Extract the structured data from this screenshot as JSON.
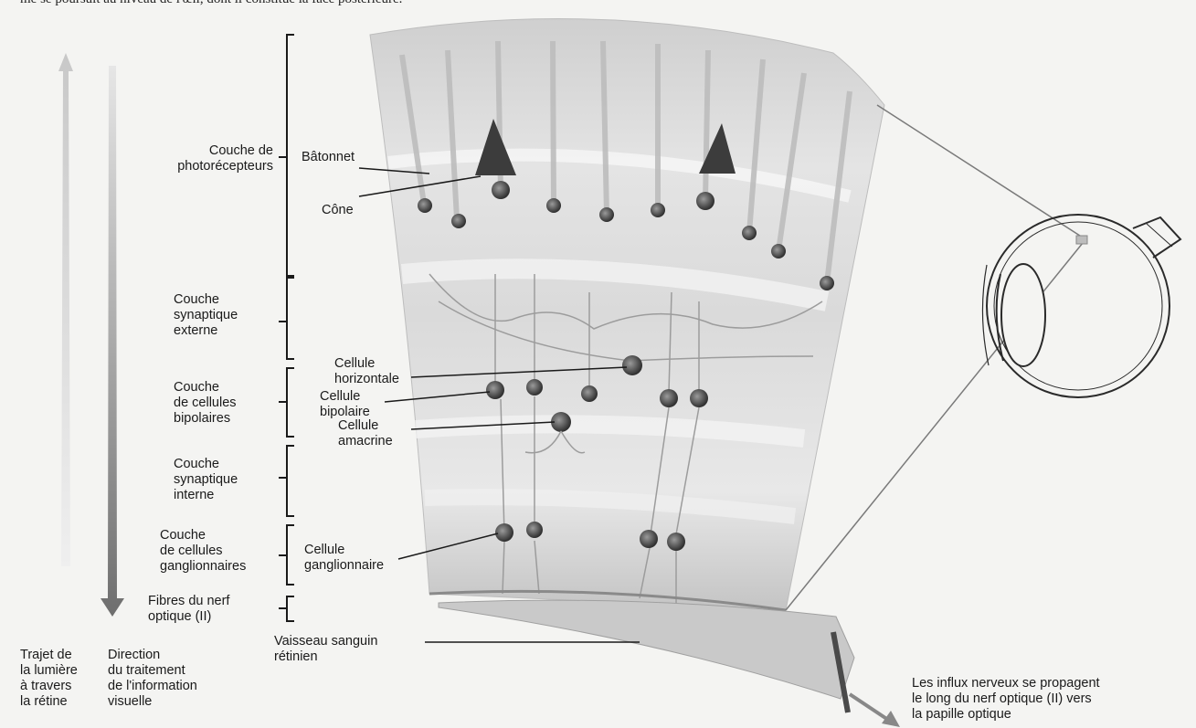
{
  "header_text": "me se poursuit au niveau de l'œil, dont il constitue la face postérieure.",
  "left_labels": {
    "light_path": "Trajet de\nla lumière\nà travers\nla rétine",
    "processing_direction": "Direction\ndu traitement\nde l'information\nvisuelle"
  },
  "layers": [
    {
      "id": "photoreceptors",
      "label": "Couche de\nphotorécepteurs"
    },
    {
      "id": "outer-synaptic",
      "label": "Couche\nsynaptique\nexterne"
    },
    {
      "id": "bipolar",
      "label": "Couche\nde cellules\nbipolaires"
    },
    {
      "id": "inner-synaptic",
      "label": "Couche\nsynaptique\ninterne"
    },
    {
      "id": "ganglion",
      "label": "Couche\nde cellules\nganglionnaires"
    },
    {
      "id": "optic-fibers",
      "label": "Fibres du nerf\noptique (II)"
    }
  ],
  "cell_labels": {
    "rod": "Bâtonnet",
    "cone": "Cône",
    "horizontal": "Cellule\nhorizontale",
    "bipolar": "Cellule\nbipolaire",
    "amacrine": "Cellule\namacrine",
    "ganglion": "Cellule\nganglionnaire",
    "vessel": "Vaisseau sanguin\nrétinien"
  },
  "impulse_text": "Les influx nerveux se propagent\nle long du nerf optique (II) vers\nla papille optique",
  "colors": {
    "retina_fill": "#dcdcdc",
    "cell_body": "#4a4a4a",
    "arrow": "#7a7a7a",
    "line": "#1a1a1a"
  }
}
